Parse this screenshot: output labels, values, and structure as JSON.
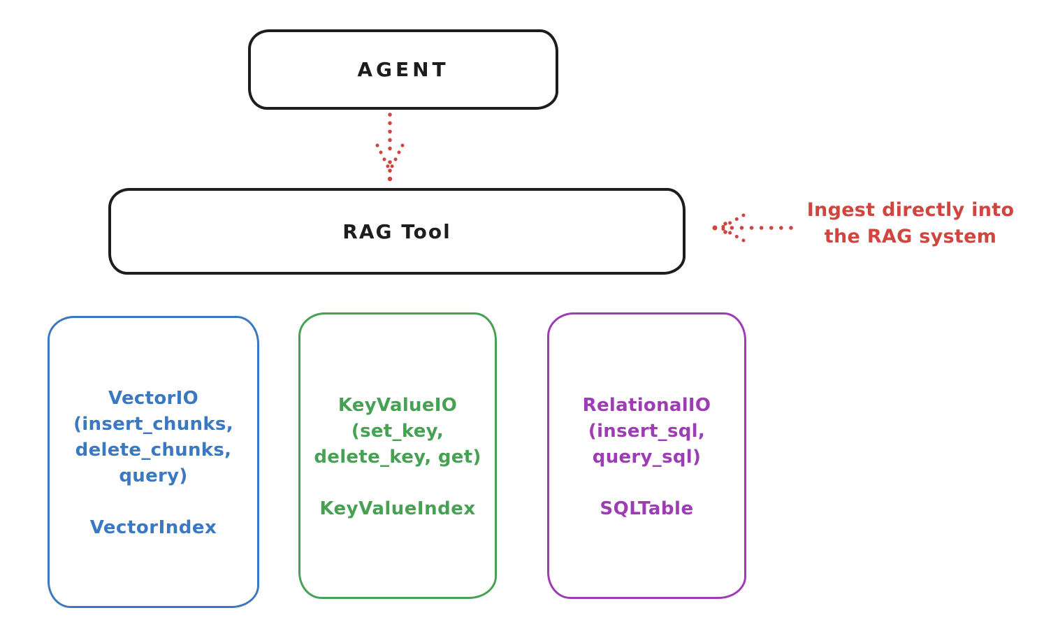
{
  "diagram": {
    "type": "architecture-sketch",
    "background": "#ffffff",
    "colors": {
      "ink": "#1d1d1d",
      "red": "#d0453e",
      "blue": "#3b78c2",
      "green": "#46a152",
      "purple": "#9d3cb5"
    },
    "nodes": {
      "agent": {
        "label": "AGENT",
        "stroke": "#1d1d1d"
      },
      "rag_tool": {
        "label": "RAG Tool",
        "stroke": "#1d1d1d"
      },
      "vector_io": {
        "methods": "VectorIO\n(insert_chunks,\ndelete_chunks,\nquery)",
        "index": "VectorIndex",
        "stroke": "#3b78c2"
      },
      "key_value_io": {
        "methods": "KeyValueIO\n(set_key,\ndelete_key, get)",
        "index": "KeyValueIndex",
        "stroke": "#46a152"
      },
      "relational_io": {
        "methods": "RelationalIO\n(insert_sql,\nquery_sql)",
        "index": "SQLTable",
        "stroke": "#9d3cb5"
      }
    },
    "annotation": {
      "text": "Ingest directly into\nthe RAG system",
      "color": "#d0453e"
    },
    "arrows": [
      {
        "name": "agent-to-rag-tool",
        "style": "dotted",
        "color": "#d0453e",
        "direction": "down"
      },
      {
        "name": "ingest-into-rag-tool",
        "style": "dotted",
        "color": "#d0453e",
        "direction": "left"
      }
    ]
  }
}
